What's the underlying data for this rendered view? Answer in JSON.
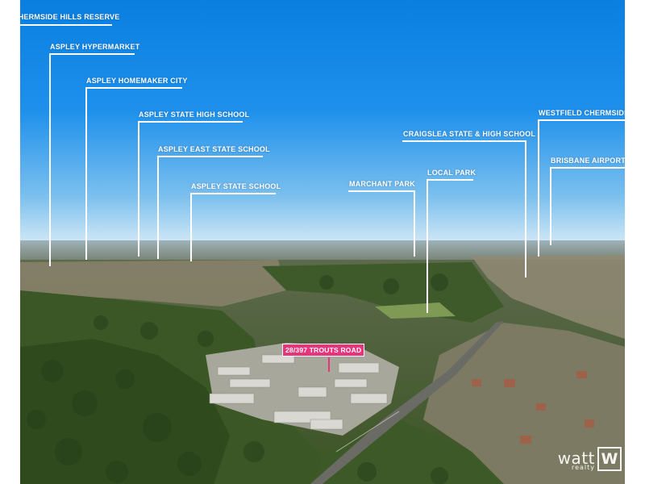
{
  "landmarks": [
    {
      "id": "chermside-hills-reserve",
      "label": "CHERMSIDE HILLS RESERVE"
    },
    {
      "id": "aspley-hypermarket",
      "label": "ASPLEY HYPERMARKET"
    },
    {
      "id": "aspley-homemaker-city",
      "label": "ASPLEY HOMEMAKER CITY"
    },
    {
      "id": "aspley-state-high-school",
      "label": "ASPLEY STATE HIGH SCHOOL"
    },
    {
      "id": "aspley-east-state-school",
      "label": "ASPLEY EAST STATE SCHOOL"
    },
    {
      "id": "aspley-state-school",
      "label": "ASPLEY STATE SCHOOL"
    },
    {
      "id": "marchant-park",
      "label": "MARCHANT PARK"
    },
    {
      "id": "local-park",
      "label": "LOCAL PARK"
    },
    {
      "id": "craigslea-state-high-school",
      "label": "CRAIGSLEA STATE & HIGH SCHOOL"
    },
    {
      "id": "westfield-chermside",
      "label": "WESTFIELD CHERMSIDE"
    },
    {
      "id": "brisbane-airport",
      "label": "BRISBANE AIRPORT"
    }
  ],
  "property": {
    "label": "28/397 TROUTS ROAD"
  },
  "logo": {
    "word": "watt",
    "sub": "realty",
    "mark": "W"
  },
  "colors": {
    "sky_top": "#0a7fe0",
    "sky_bottom": "#d6eaf7",
    "canopy": "#3d5a26",
    "suburb": "#8e8a72",
    "pin": "#e8347a",
    "label": "#ffffff"
  }
}
